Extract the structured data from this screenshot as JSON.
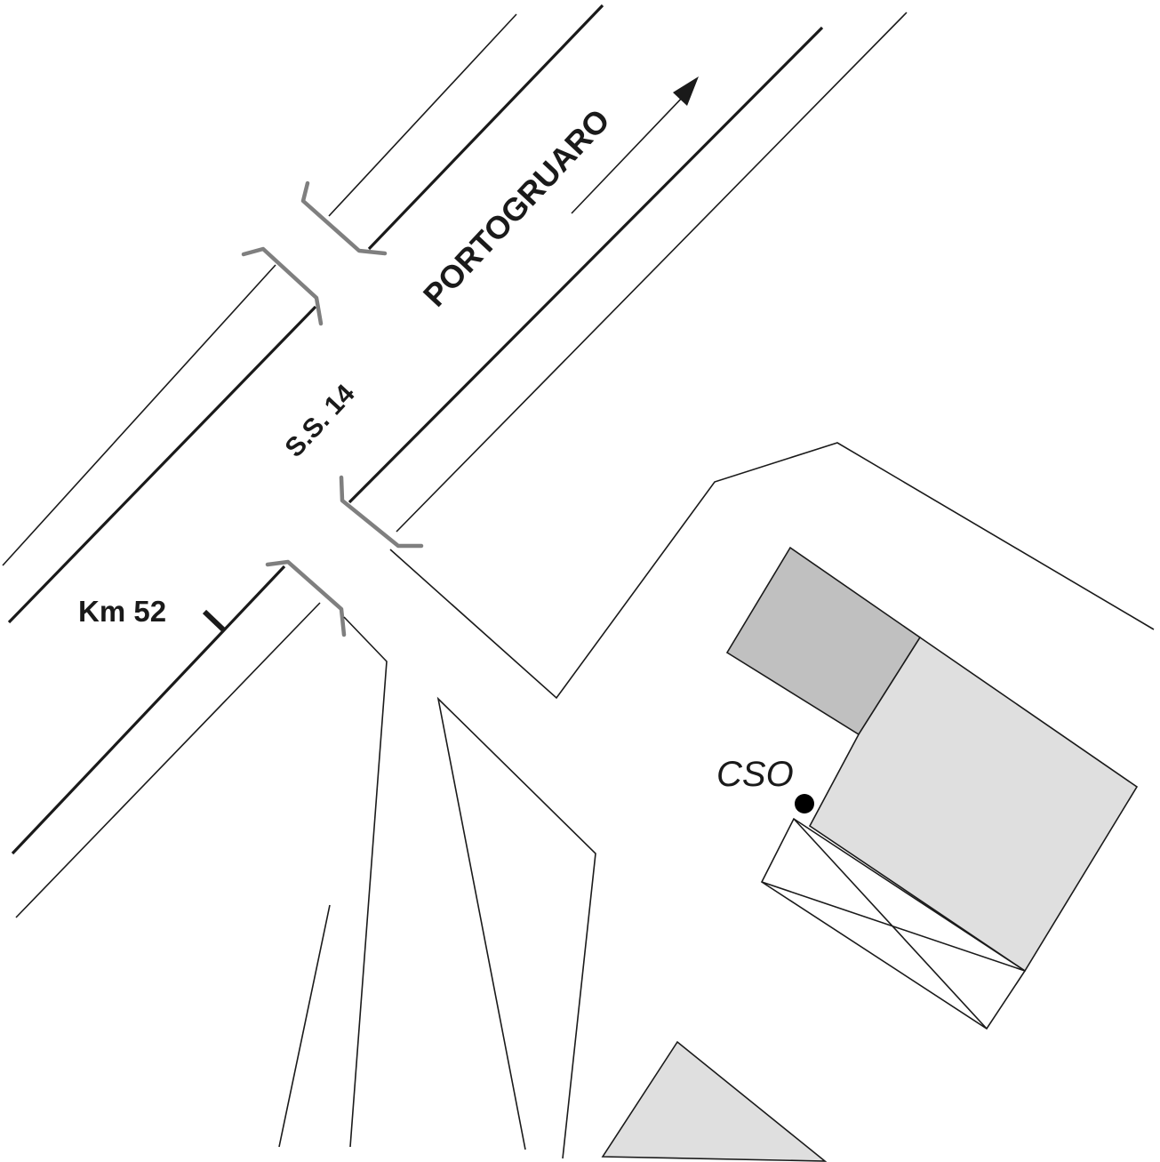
{
  "map": {
    "labels": {
      "destination": "PORTOGRUARO",
      "road": "S.S. 14",
      "kilometer_marker": "Km 52",
      "site": "CSO"
    },
    "colors": {
      "line": "#1a1a1a",
      "guardrail": "#7f7f7f",
      "building_dark": "#c0c0c0",
      "building_light": "#dfdfdf",
      "site_marker": "#000000"
    },
    "icons": [
      "direction-arrow-icon",
      "site-marker-dot-icon",
      "km-marker-tick-icon"
    ]
  }
}
